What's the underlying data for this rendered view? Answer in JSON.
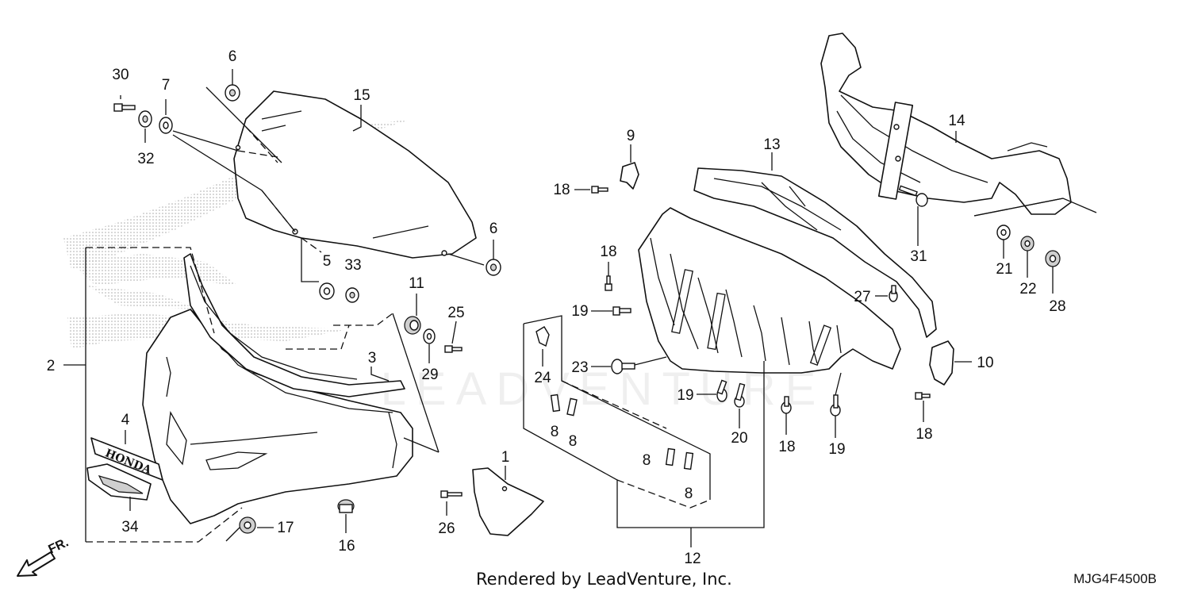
{
  "parts": [
    {
      "id": "label-30",
      "text": "30"
    },
    {
      "id": "label-7",
      "text": "7"
    },
    {
      "id": "label-6a",
      "text": "6"
    },
    {
      "id": "label-15",
      "text": "15"
    },
    {
      "id": "label-32",
      "text": "32"
    },
    {
      "id": "label-6b",
      "text": "6"
    },
    {
      "id": "label-5",
      "text": "5"
    },
    {
      "id": "label-33",
      "text": "33"
    },
    {
      "id": "label-11",
      "text": "11"
    },
    {
      "id": "label-25",
      "text": "25"
    },
    {
      "id": "label-29",
      "text": "29"
    },
    {
      "id": "label-2",
      "text": "2"
    },
    {
      "id": "label-3",
      "text": "3"
    },
    {
      "id": "label-4",
      "text": "4"
    },
    {
      "id": "label-34",
      "text": "34"
    },
    {
      "id": "label-17",
      "text": "17"
    },
    {
      "id": "label-16",
      "text": "16"
    },
    {
      "id": "label-1",
      "text": "1"
    },
    {
      "id": "label-26",
      "text": "26"
    },
    {
      "id": "label-9",
      "text": "9"
    },
    {
      "id": "label-18a",
      "text": "18"
    },
    {
      "id": "label-18b",
      "text": "18"
    },
    {
      "id": "label-19a",
      "text": "19"
    },
    {
      "id": "label-24",
      "text": "24"
    },
    {
      "id": "label-23",
      "text": "23"
    },
    {
      "id": "label-8a",
      "text": "8"
    },
    {
      "id": "label-8b",
      "text": "8"
    },
    {
      "id": "label-8c",
      "text": "8"
    },
    {
      "id": "label-8d",
      "text": "8"
    },
    {
      "id": "label-12",
      "text": "12"
    },
    {
      "id": "label-13",
      "text": "13"
    },
    {
      "id": "label-19b",
      "text": "19"
    },
    {
      "id": "label-20",
      "text": "20"
    },
    {
      "id": "label-18c",
      "text": "18"
    },
    {
      "id": "label-19c",
      "text": "19"
    },
    {
      "id": "label-14",
      "text": "14"
    },
    {
      "id": "label-31",
      "text": "31"
    },
    {
      "id": "label-27",
      "text": "27"
    },
    {
      "id": "label-21",
      "text": "21"
    },
    {
      "id": "label-22",
      "text": "22"
    },
    {
      "id": "label-28",
      "text": "28"
    },
    {
      "id": "label-10",
      "text": "10"
    },
    {
      "id": "label-18d",
      "text": "18"
    }
  ],
  "emblem_text": "HONDA",
  "direction_marker": "FR.",
  "footer": {
    "credit": "Rendered by LeadVenture, Inc.",
    "diagram_code": "MJG4F4500B"
  },
  "watermark_text": "LEADVENTURE"
}
